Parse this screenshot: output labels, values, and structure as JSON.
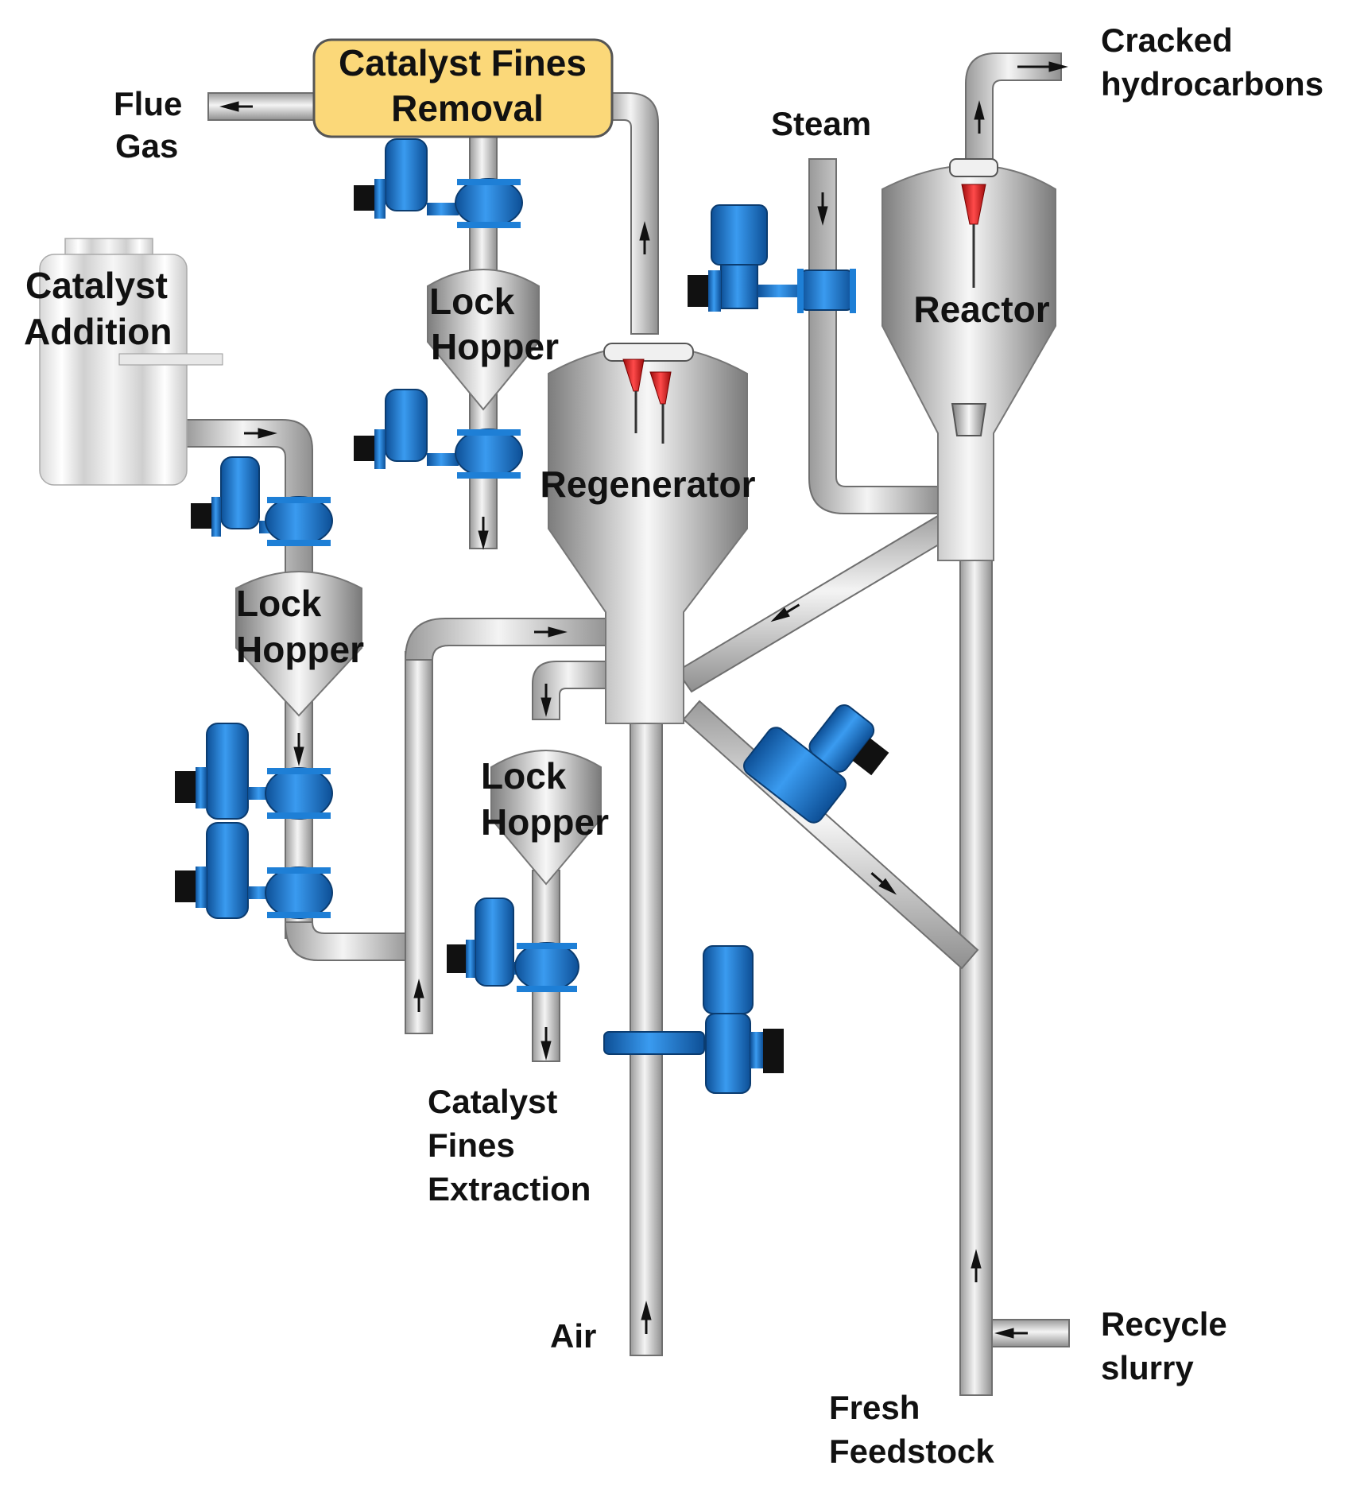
{
  "labels": {
    "flue_gas": [
      "Flue",
      "Gas"
    ],
    "catalyst_fines_removal": [
      "Catalyst Fines",
      "Removal"
    ],
    "catalyst_addition": [
      "Catalyst",
      "Addition"
    ],
    "lock_hopper_top": [
      "Lock",
      "Hopper"
    ],
    "lock_hopper_left": [
      "Lock",
      "Hopper"
    ],
    "lock_hopper_bottom": [
      "Lock",
      "Hopper"
    ],
    "regenerator": "Regenerator",
    "reactor": "Reactor",
    "steam": "Steam",
    "cracked_hydrocarbons": [
      "Cracked",
      "hydrocarbons"
    ],
    "catalyst_fines_extraction": [
      "Catalyst",
      "Fines",
      "Extraction"
    ],
    "air": "Air",
    "recycle_slurry": [
      "Recycle",
      "slurry"
    ],
    "fresh_feedstock": [
      "Fresh",
      "Feedstock"
    ]
  },
  "colors": {
    "valve_blue": "#1e7fd6",
    "removal_box": "#fbd879",
    "cyclone_red": "#e21b1b",
    "pipe_gray": "#c9c9c9",
    "actuator_black": "#111111"
  }
}
